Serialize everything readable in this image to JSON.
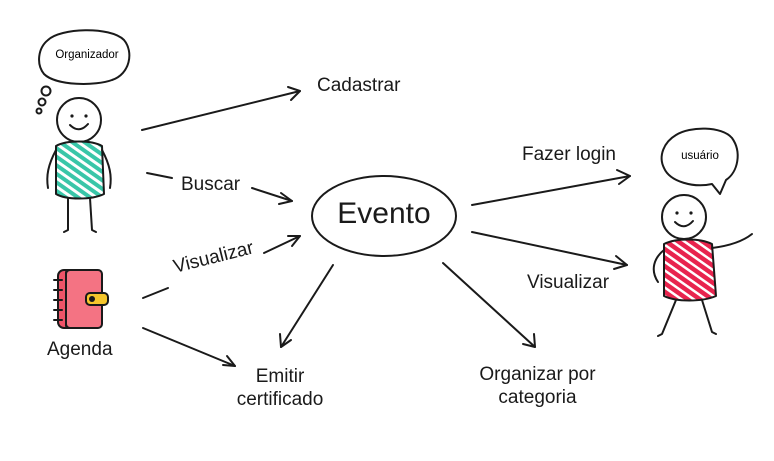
{
  "diagram": {
    "center_node": "Evento",
    "actors": {
      "organizer": {
        "thought": "Organizador"
      },
      "user": {
        "speech": "usuário"
      },
      "agenda": {
        "label": "Agenda"
      }
    },
    "edges": {
      "cadastrar": "Cadastrar",
      "buscar": "Buscar",
      "visualizar_left": "Visualizar",
      "emitir_line1": "Emitir",
      "emitir_line2": "certificado",
      "fazer_login": "Fazer login",
      "visualizar_right": "Visualizar",
      "organizar_line1": "Organizar por",
      "organizar_line2": "categoria"
    }
  },
  "colors": {
    "ink": "#1a1a1a",
    "organizer_shirt": "#39c6a8",
    "user_shirt": "#e8244e",
    "agenda_cover": "#ef5468",
    "agenda_clasp": "#f6c62c"
  }
}
